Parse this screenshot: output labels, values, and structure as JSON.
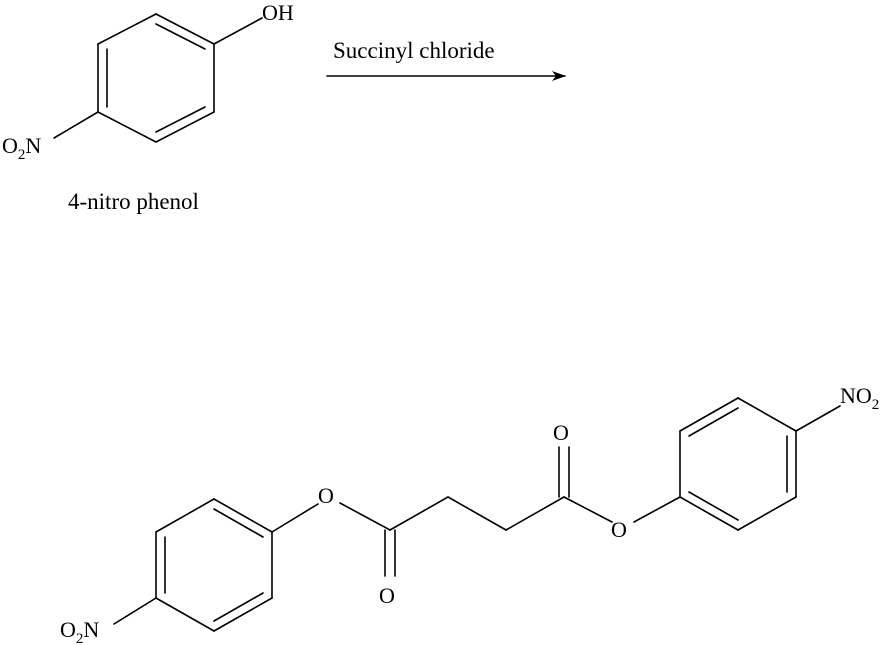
{
  "reagent": {
    "label": "Succinyl chloride"
  },
  "starting_material": {
    "name": "4-nitro phenol",
    "hydroxyl_label": "OH",
    "nitro": {
      "o": "O",
      "sub": "2",
      "n": "N"
    }
  },
  "product": {
    "left_nitro": {
      "o": "O",
      "sub": "2",
      "n": "N"
    },
    "right_nitro": {
      "n": "NO",
      "sub": "2"
    },
    "ester_oxygen_left": "O",
    "ester_oxygen_right": "O",
    "carbonyl_oxygen_left": "O",
    "carbonyl_oxygen_right": "O"
  }
}
